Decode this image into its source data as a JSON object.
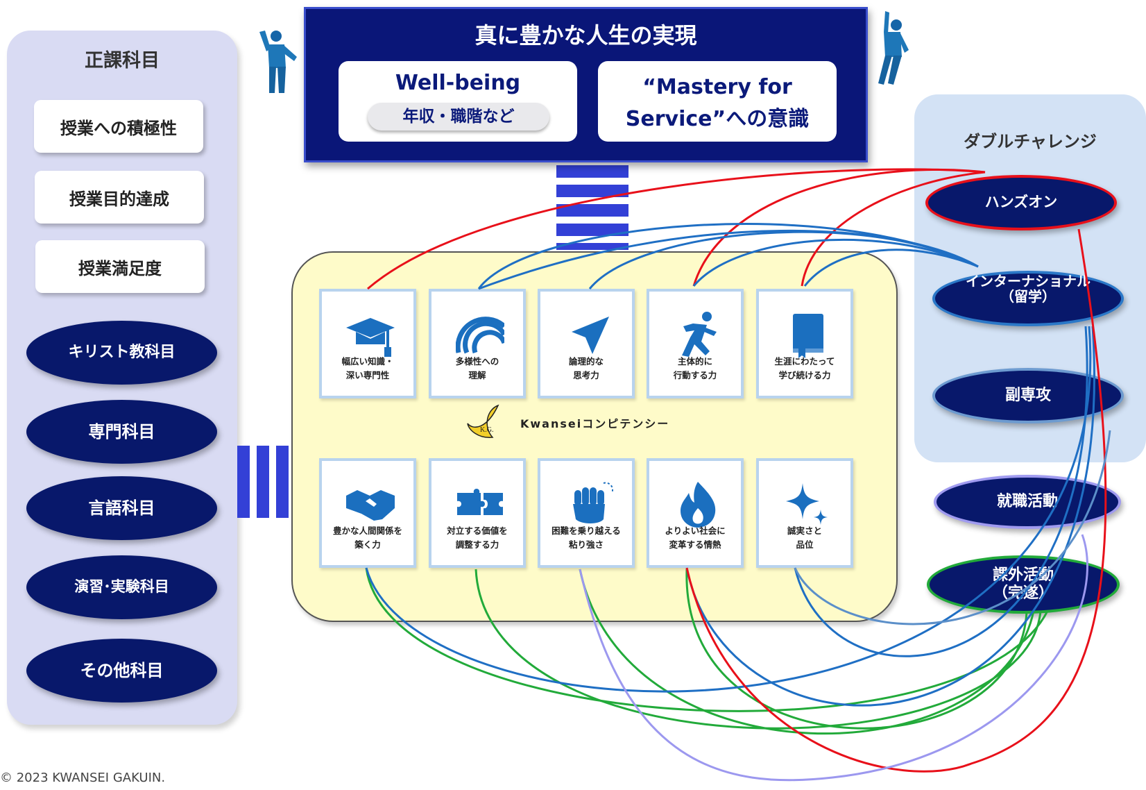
{
  "left_panel": {
    "title": "正課科目",
    "rect_items": [
      "授業への積極性",
      "授業目的達成",
      "授業満足度"
    ],
    "oval_items": [
      "キリスト教科目",
      "専門科目",
      "言語科目",
      "演習･実験科目",
      "その他科目"
    ]
  },
  "top_box": {
    "title": "真に豊かな人生の実現",
    "card1_title": "Well-being",
    "card1_subtitle": "年収・職階など",
    "card2_line1": "“Mastery for",
    "card2_line2": "Service”への意識"
  },
  "center": {
    "tiles_top": [
      {
        "label": "幅広い知識・\n深い専門性",
        "icon": "graduation-cap-icon"
      },
      {
        "label": "多様性への\n理解",
        "icon": "rainbow-icon"
      },
      {
        "label": "論理的な\n思考力",
        "icon": "arrow-cursor-icon"
      },
      {
        "label": "主体的に\n行動する力",
        "icon": "running-person-icon"
      },
      {
        "label": "生涯にわたって\n学び続ける力",
        "icon": "book-icon"
      }
    ],
    "competency_label": "Kwanseiコンピテンシー",
    "logo_text": "K.G.",
    "tiles_bottom": [
      {
        "label": "豊かな人間関係を\n築く力",
        "icon": "handshake-icon"
      },
      {
        "label": "対立する価値を\n調整する力",
        "icon": "puzzle-icon"
      },
      {
        "label": "困難を乗り越える\n粘り強さ",
        "icon": "fist-icon"
      },
      {
        "label": "よりよい社会に\n変革する情熱",
        "icon": "flame-icon"
      },
      {
        "label": "誠実さと\n品位",
        "icon": "sparkle-icon"
      }
    ]
  },
  "right_panel": {
    "title": "ダブルチャレンジ",
    "hands_on": "ハンズオン",
    "international": "インターナショナル\n（留学）",
    "minor": "副専攻"
  },
  "outside": {
    "job_hunting": "就職活動",
    "extracurricular": "課外活動\n（完遂）"
  },
  "footer": "© 2023 KWANSEI GAKUIN.",
  "colors": {
    "navy": "#08186b",
    "red_line": "#e8101a",
    "blue_line": "#1f6fc4",
    "green_line": "#22aa3a",
    "lavender_line": "#9c98ef",
    "steel_line": "#5b8fc9"
  }
}
